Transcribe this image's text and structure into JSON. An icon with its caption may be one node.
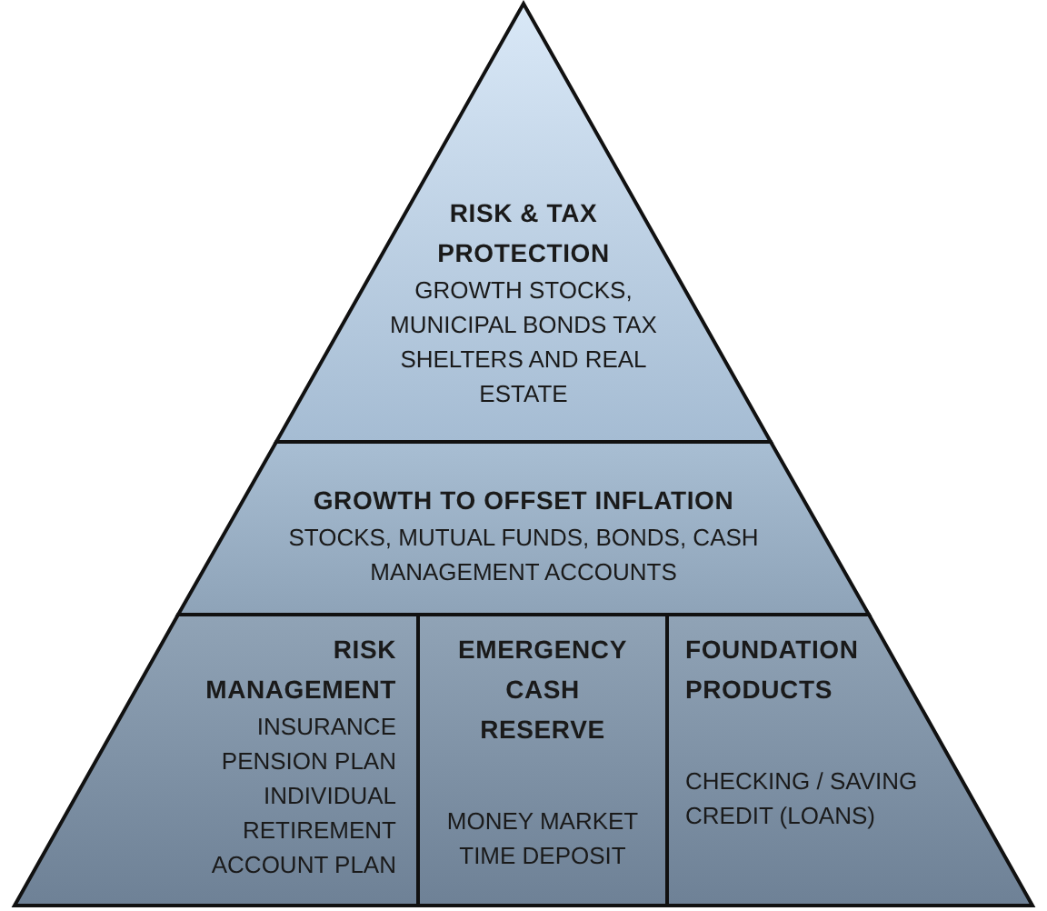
{
  "diagram": {
    "nodes": [
      {
        "text": [
          "RISK & TAX PROTECTION",
          "GROWTH STOCKS, MUNICIPAL BONDS TAX SHELTERS AND REAL ESTATE"
        ]
      },
      {
        "text": [
          "GROWTH TO OFFSET INFLATION",
          "STOCKS, MUTUAL FUNDS, BONDS, CASH MANAGEMENT ACCOUNTS"
        ]
      },
      {
        "text": [
          "RISK MANAGEMENT",
          "INSURANCE",
          "PENSION PLAN",
          "INDIVIDUAL RETIREMENT ACCOUNT PLAN"
        ]
      },
      {
        "text": [
          "EMERGENCY CASH RESERVE",
          "MONEY MARKET",
          "TIME DEPOSIT"
        ]
      },
      {
        "text": [
          "FOUNDATION PRODUCTS",
          "CHECKING / SAVING CREDIT (LOANS)"
        ]
      }
    ],
    "edges": []
  }
}
